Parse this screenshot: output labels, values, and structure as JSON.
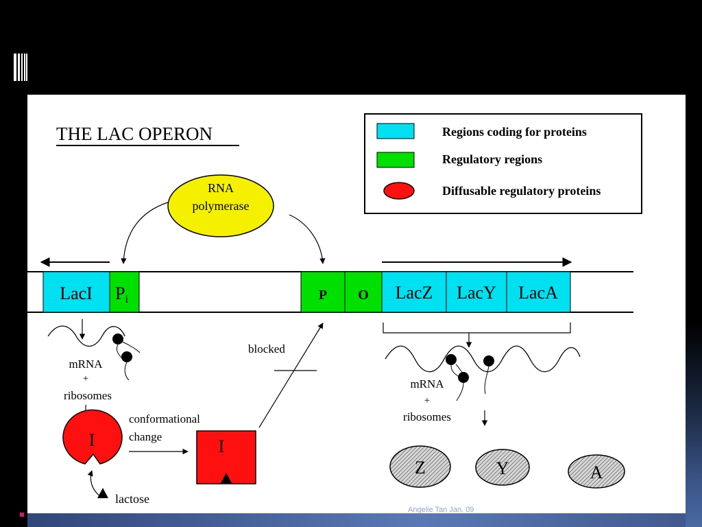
{
  "title": "THE LAC OPERON",
  "legend": {
    "coding": "Regions coding for proteins",
    "regulatory": "Regulatory regions",
    "diffusable": "Diffusable regulatory proteins"
  },
  "rna_polymerase": {
    "line1": "RNA",
    "line2": "polymerase"
  },
  "genes": {
    "laci": "LacI",
    "pi_main": "P",
    "pi_sub": "i",
    "p": "P",
    "o": "O",
    "lacz": "LacZ",
    "lacy": "LacY",
    "laca": "LacA"
  },
  "left_labels": {
    "mrna": "mRNA",
    "plus": "+",
    "ribosomes": "ribosomes"
  },
  "right_labels": {
    "mrna": "mRNA",
    "plus": "+",
    "ribosomes": "ribosomes"
  },
  "blocked": "blocked",
  "conformational": {
    "line1": "conformational",
    "line2": "change"
  },
  "repressor_label": "I",
  "repressor_bound_label": "I",
  "lactose": "lactose",
  "products": {
    "z": "Z",
    "y": "Y",
    "a": "A"
  },
  "footer": "Angelie Tan Jan. 09",
  "colors": {
    "coding": "#00e0f0",
    "regulatory": "#00e000",
    "protein": "#ff1010",
    "polymerase": "#f4f000"
  }
}
